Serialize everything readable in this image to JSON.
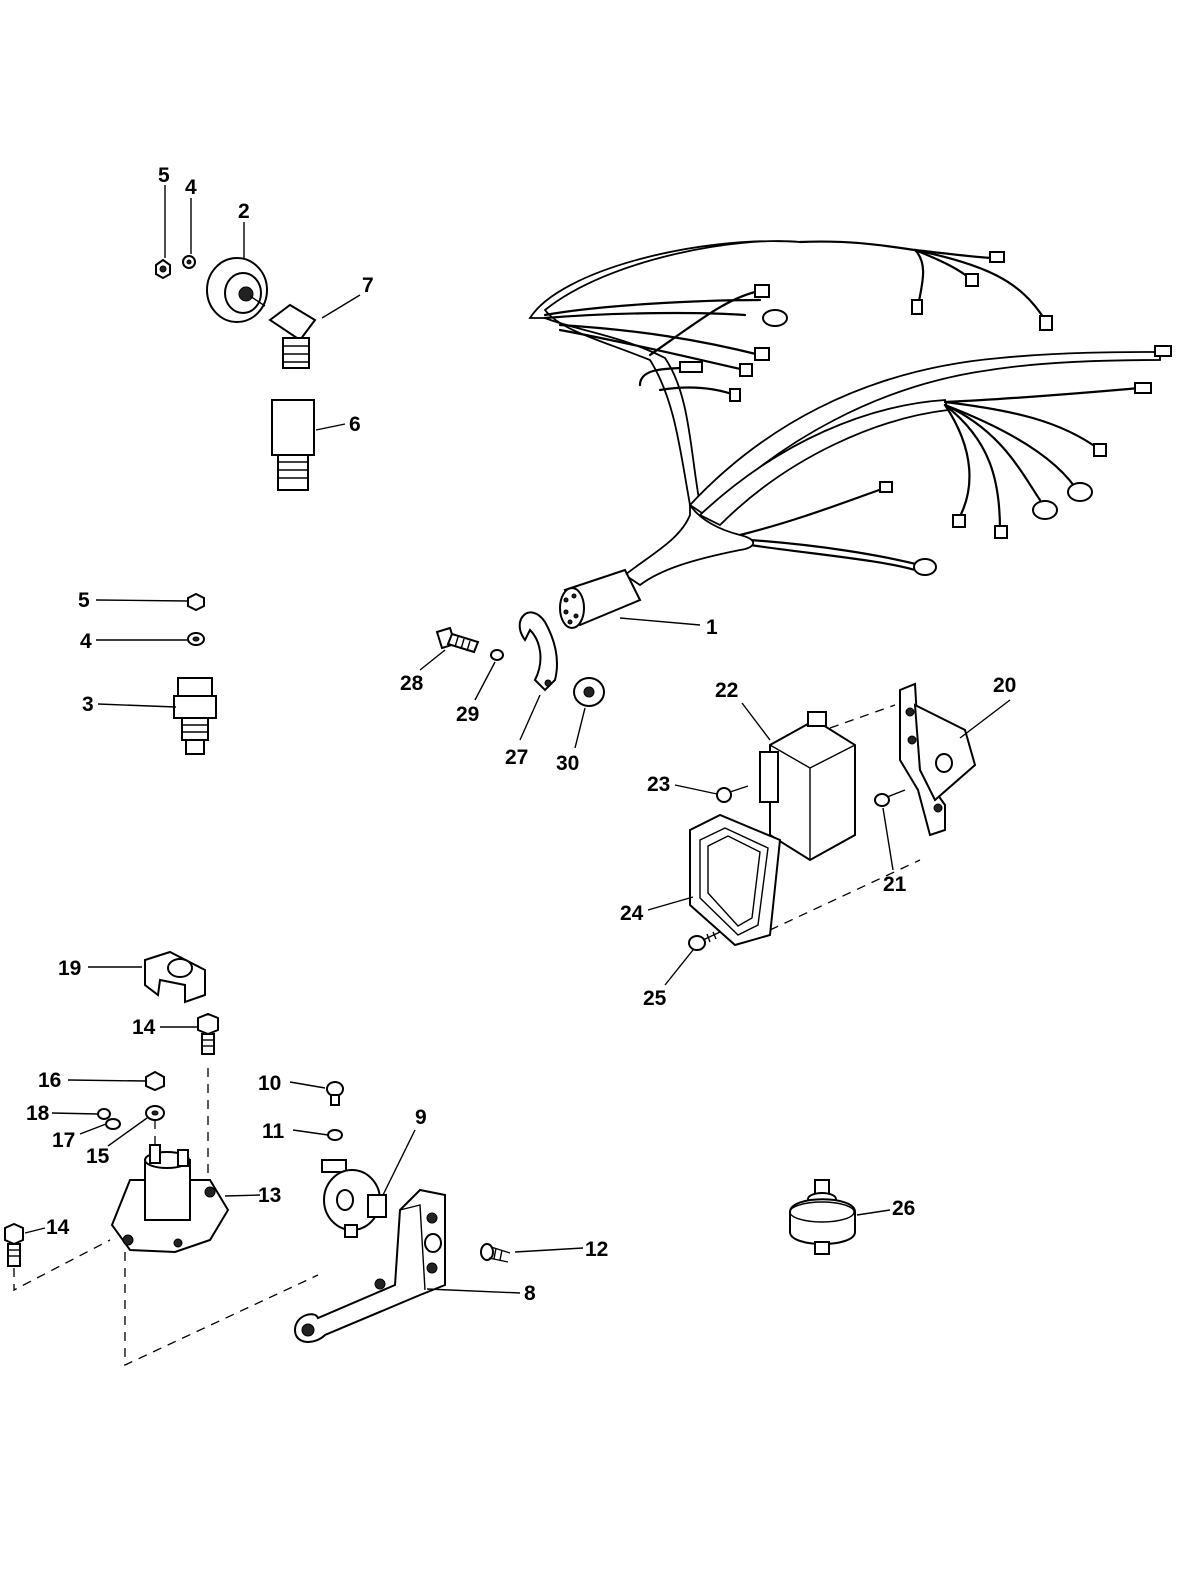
{
  "callouts": {
    "n1": "1",
    "n2": "2",
    "n3": "3",
    "n4a": "4",
    "n4b": "4",
    "n5a": "5",
    "n5b": "5",
    "n6": "6",
    "n7": "7",
    "n8": "8",
    "n9": "9",
    "n10": "10",
    "n11": "11",
    "n12": "12",
    "n13": "13",
    "n14a": "14",
    "n14b": "14",
    "n15": "15",
    "n16": "16",
    "n17": "17",
    "n18": "18",
    "n19": "19",
    "n20": "20",
    "n21": "21",
    "n22": "22",
    "n23": "23",
    "n24": "24",
    "n25": "25",
    "n26": "26",
    "n27": "27",
    "n28": "28",
    "n29": "29",
    "n30": "30"
  }
}
